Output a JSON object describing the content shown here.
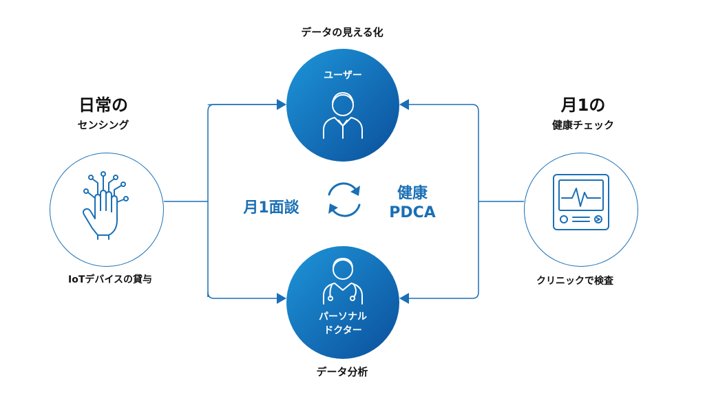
{
  "diagram": {
    "top_title": "データの見える化",
    "bottom_title": "データ分析",
    "left": {
      "heading_main": "日常の",
      "heading_sub": "センシング",
      "caption": "IoTデバイスの貸与",
      "icon": "hand-circuit-icon"
    },
    "right": {
      "heading_main": "月1の",
      "heading_sub": "健康チェック",
      "caption": "クリニックで検査",
      "icon": "monitor-heartbeat-icon"
    },
    "top_node": {
      "label": "ユーザー",
      "icon": "user-icon"
    },
    "bottom_node": {
      "label_line1": "パーソナル",
      "label_line2": "ドクター",
      "icon": "doctor-icon"
    },
    "center": {
      "left_text": "月1面談",
      "right_line1": "健康",
      "right_line2": "PDCA",
      "icon": "cycle-arrows-icon"
    },
    "colors": {
      "primary": "#1a6fb5",
      "gradient_light": "#1e95d9",
      "gradient_dark": "#0b4f9b"
    }
  }
}
